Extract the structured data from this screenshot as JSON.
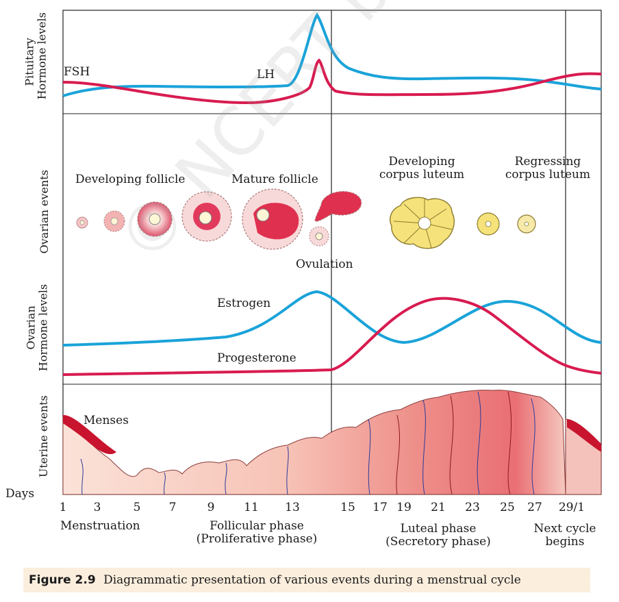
{
  "panels": {
    "pituitary_label": "Pituitary\nHormone levels",
    "ovarian_events_label": "Ovarian events",
    "ovarian_hormone_label": "Ovarian\nHormone levels",
    "uterine_label": "Uterine events"
  },
  "pituitary": {
    "fsh": "FSH",
    "lh": "LH"
  },
  "ovarian_events": {
    "developing_follicle": "Developing follicle",
    "mature_follicle": "Mature follicle",
    "ovulation": "Ovulation",
    "developing_corpus_luteum": "Developing\ncorpus luteum",
    "regressing_corpus_luteum": "Regressing\ncorpus luteum"
  },
  "ovarian_hormones": {
    "estrogen": "Estrogen",
    "progesterone": "Progesterone"
  },
  "uterine": {
    "menses": "Menses"
  },
  "axis": {
    "label": "Days",
    "ticks": [
      "1",
      "3",
      "5",
      "7",
      "9",
      "11",
      "13",
      "15",
      "17",
      "19",
      "21",
      "23",
      "25",
      "27",
      "29/1"
    ]
  },
  "phases": {
    "menstruation": "Menstruation",
    "follicular": "Follicular phase\n(Proliferative phase)",
    "luteal": "Luteal phase\n(Secretory phase)",
    "next": "Next cycle\nbegins"
  },
  "caption": {
    "number": "Figure 2.9",
    "text": "Diagrammatic presentation of various events during a menstrual cycle"
  },
  "watermark": "© NCERT be republished",
  "colors": {
    "blue": "#1aa3d9",
    "red": "#d81b50",
    "tissue": "#f2a8a8",
    "vessel_blue": "#2a3a9a",
    "corpus": "#f5e27a"
  }
}
